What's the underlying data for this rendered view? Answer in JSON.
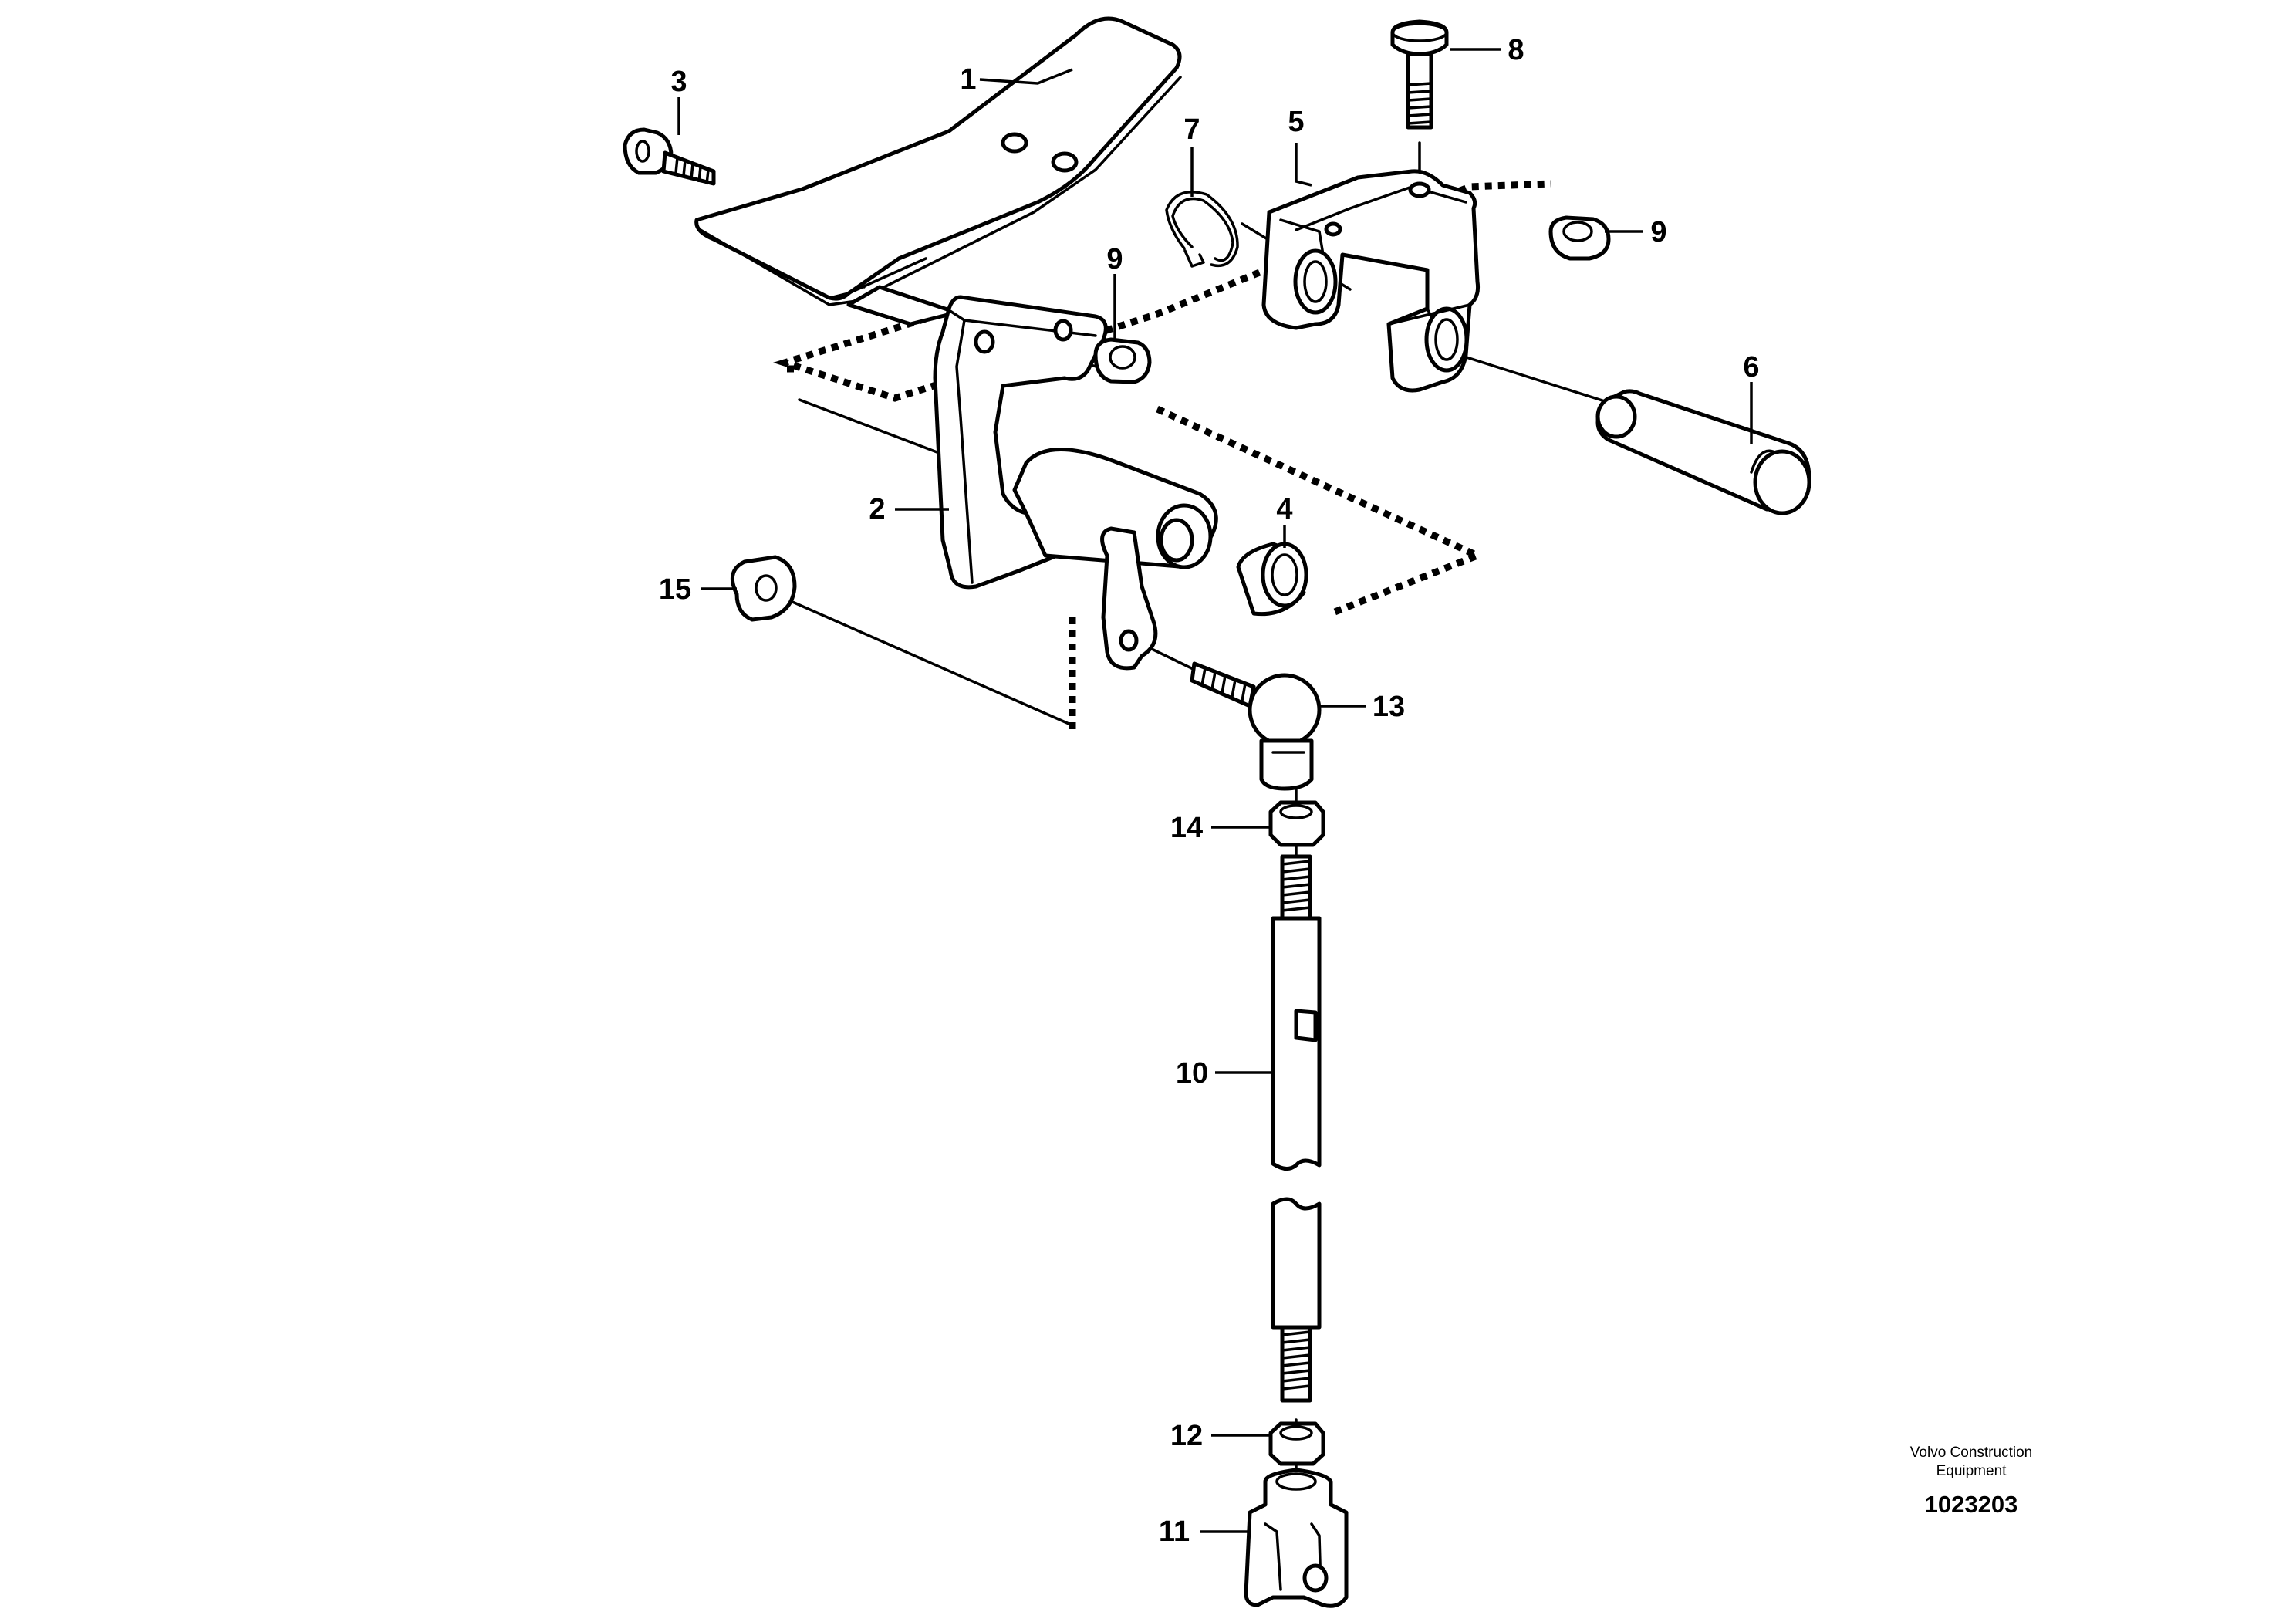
{
  "callouts": {
    "c1": "1",
    "c2": "2",
    "c3": "3",
    "c4": "4",
    "c5": "5",
    "c6": "6",
    "c7": "7",
    "c8": "8",
    "c9a": "9",
    "c9b": "9",
    "c10": "10",
    "c11": "11",
    "c12": "12",
    "c13": "13",
    "c14": "14",
    "c15": "15"
  },
  "footer": {
    "company_line1": "Volvo Construction",
    "company_line2": "Equipment",
    "drawing_number": "1023203"
  }
}
